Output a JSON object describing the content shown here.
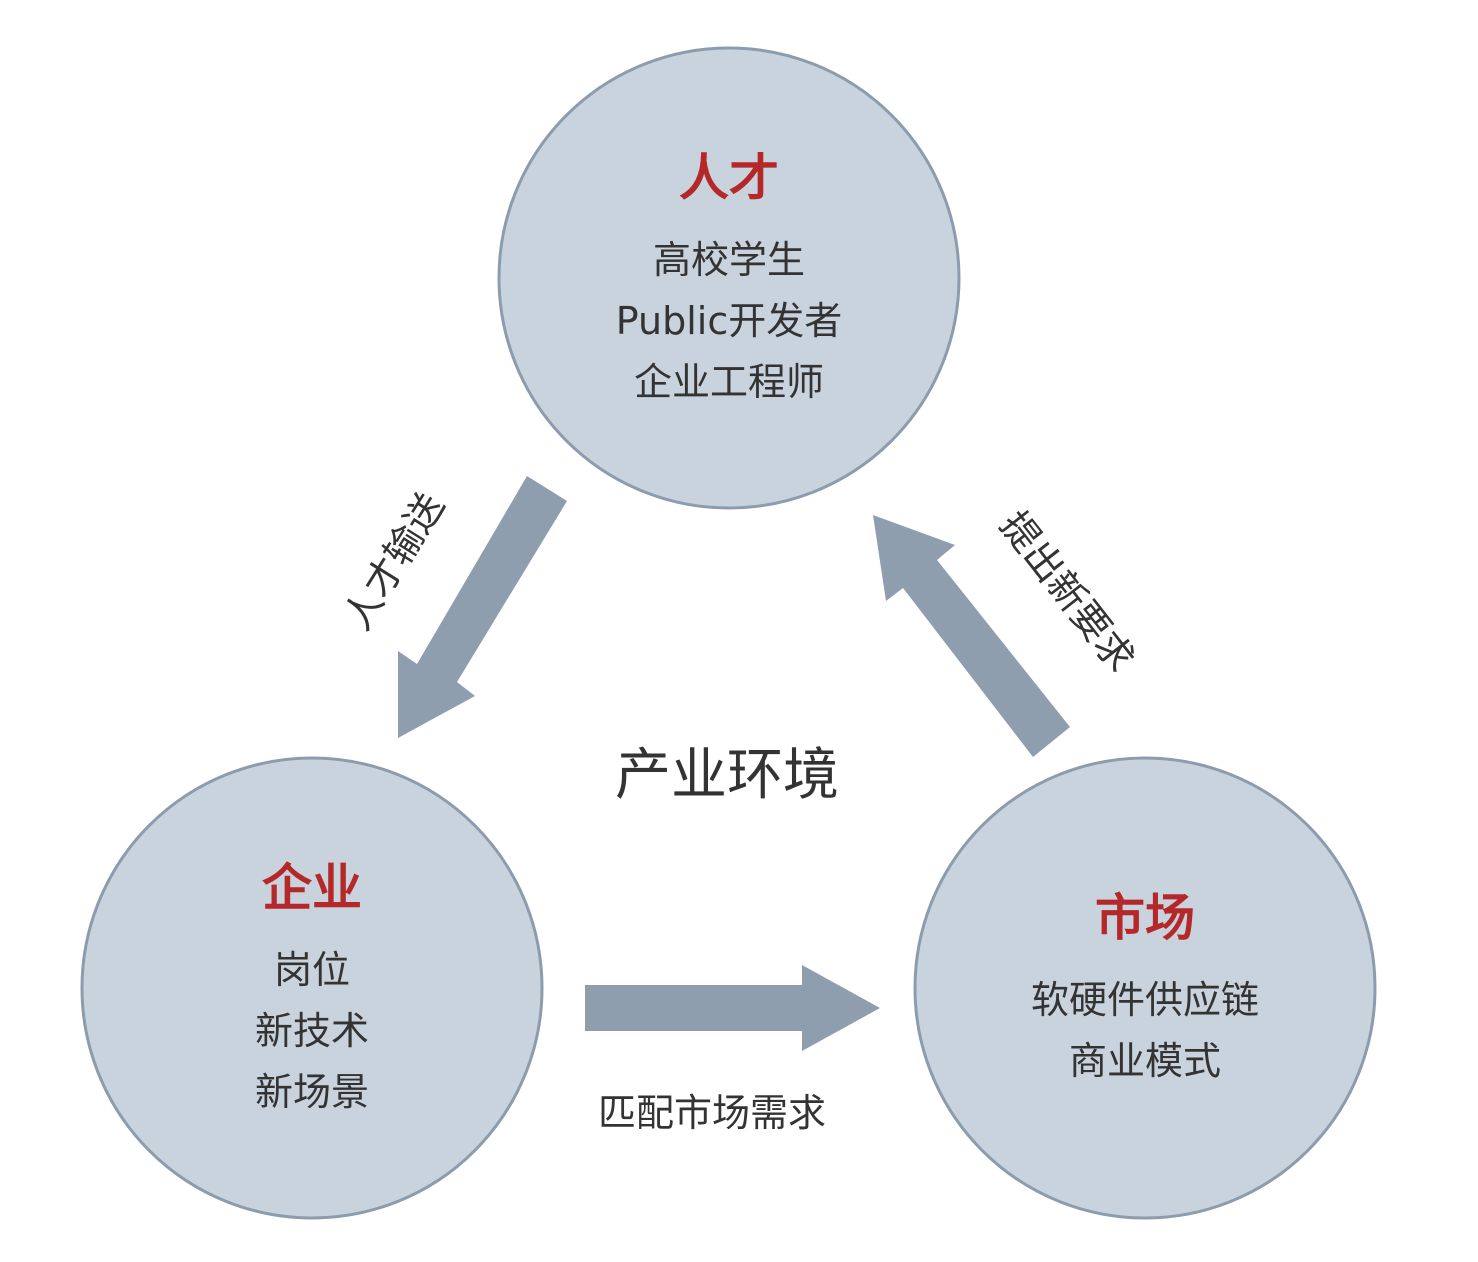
{
  "center_label": "产业环境",
  "nodes": {
    "talent": {
      "title": "人才",
      "lines": [
        "高校学生",
        "Public开发者",
        "企业工程师"
      ]
    },
    "enterprise": {
      "title": "企业",
      "lines": [
        "岗位",
        "新技术",
        "新场景"
      ]
    },
    "market": {
      "title": "市场",
      "lines": [
        "软硬件供应链",
        "商业模式"
      ]
    }
  },
  "edges": {
    "talent_to_enterprise": "人才输送",
    "enterprise_to_market": "匹配市场需求",
    "market_to_talent": "提出新要求"
  },
  "colors": {
    "circle_fill": "#c9d3dd",
    "circle_stroke": "#8c9cad",
    "arrow": "#8e9eae",
    "title": "#b5282a"
  }
}
